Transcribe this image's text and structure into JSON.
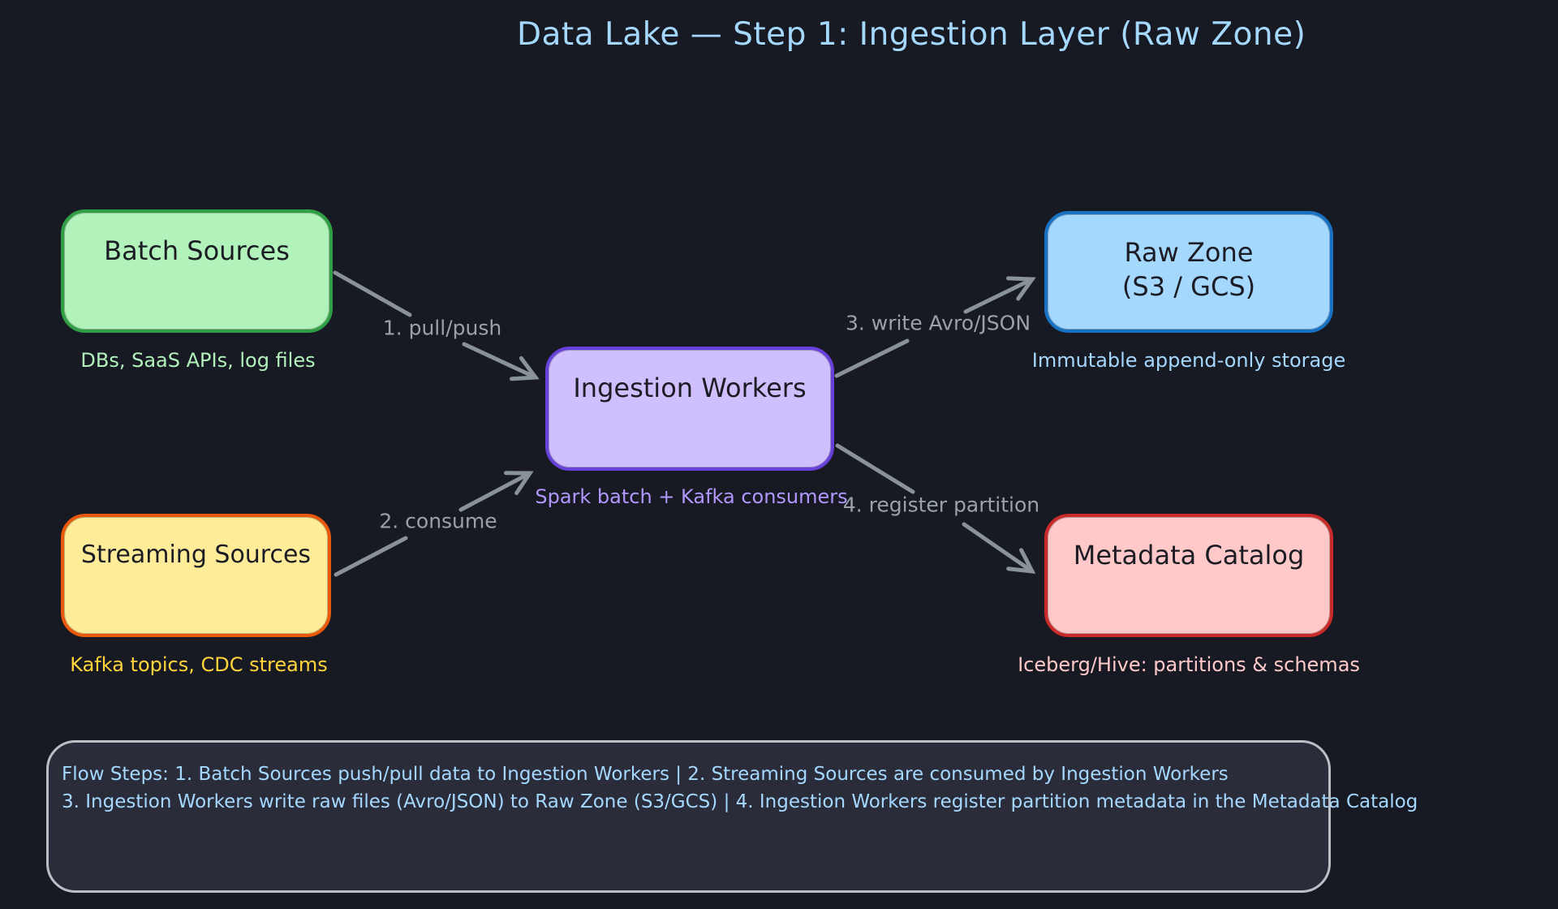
{
  "title": {
    "text": "Data Lake — Step 1: Ingestion Layer (Raw Zone)",
    "color": "#a5d8ff"
  },
  "canvas": {
    "background": "#171923",
    "edge_color": "#8a9299",
    "edge_label_color": "#99a1a9"
  },
  "nodes": [
    {
      "id": "batch-sources",
      "label": "Batch Sources",
      "caption": "DBs, SaaS APIs, log files",
      "fill": "#b2f2bb",
      "stroke": "#2f9e44",
      "caption_color": "#b2f2bb"
    },
    {
      "id": "streaming-sources",
      "label": "Streaming Sources",
      "caption": "Kafka topics, CDC streams",
      "fill": "#ffec99",
      "stroke": "#e8590c",
      "caption_color": "#ffd43b"
    },
    {
      "id": "ingestion-workers",
      "label": "Ingestion Workers",
      "caption": "Spark batch + Kafka consumers",
      "fill": "#d0bfff",
      "stroke": "#6741d9",
      "caption_color": "#b197fc"
    },
    {
      "id": "raw-zone",
      "label": "Raw Zone",
      "label_line2": "(S3 / GCS)",
      "caption": "Immutable append-only storage",
      "fill": "#a5d8ff",
      "stroke": "#1971c2",
      "caption_color": "#a5d8ff"
    },
    {
      "id": "metadata-catalog",
      "label": "Metadata Catalog",
      "caption": "Iceberg/Hive: partitions & schemas",
      "fill": "#ffc9c9",
      "stroke": "#c92a2a",
      "caption_color": "#ffc9c9"
    }
  ],
  "edges": [
    {
      "id": "batch-to-ingestion",
      "label": "1. pull/push"
    },
    {
      "id": "streaming-to-ingestion",
      "label": "2. consume"
    },
    {
      "id": "ingestion-to-rawzone",
      "label": "3. write Avro/JSON"
    },
    {
      "id": "ingestion-to-catalog",
      "label": "4. register partition"
    }
  ],
  "notes_box": {
    "line1": "Flow Steps:  1. Batch Sources push/pull data to Ingestion Workers   |   2. Streaming Sources are consumed by Ingestion Workers",
    "line2": "3. Ingestion Workers write raw files (Avro/JSON) to Raw Zone (S3/GCS)   |   4. Ingestion Workers register partition metadata in the Metadata Catalog",
    "text_color": "#a5d8ff",
    "fill": "#2a2c39",
    "stroke": "#b9bfc5"
  }
}
